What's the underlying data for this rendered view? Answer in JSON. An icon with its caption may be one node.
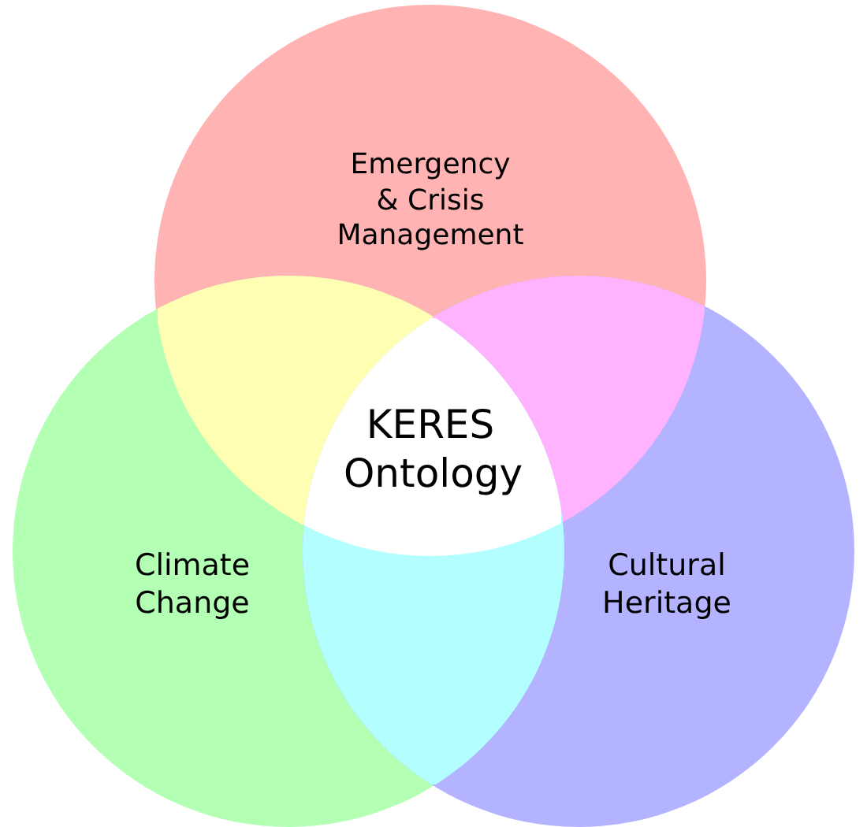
{
  "diagram": {
    "nodes": [
      {
        "text": [
          "Emergency & Crisis Management"
        ]
      },
      {
        "text": [
          "Climate Change"
        ]
      },
      {
        "text": [
          "Cultural Heritage"
        ]
      },
      {
        "text": [
          "KERES Ontology"
        ]
      },
      {
        "text": [],
        "shape": "lens"
      },
      {
        "text": [],
        "shape": "lens"
      },
      {
        "text": [],
        "shape": "lens"
      }
    ]
  }
}
